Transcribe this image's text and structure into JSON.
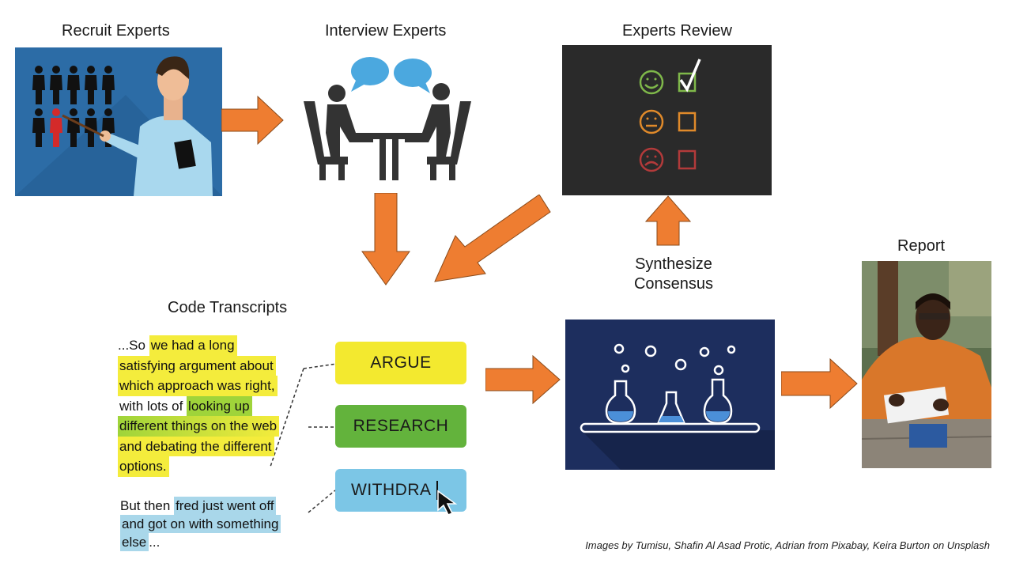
{
  "stages": {
    "recruit": "Recruit Experts",
    "interview": "Interview Experts",
    "review": "Experts Review",
    "synthesize_line1": "Synthesize",
    "synthesize_line2": "Consensus",
    "report": "Report",
    "code": "Code Transcripts"
  },
  "tags": {
    "argue": "ARGUE",
    "research": "RESEARCH",
    "withdraw_typing": "WITHDRA"
  },
  "transcript1": {
    "l1a": "...So ",
    "l1b": "we had a long",
    "l2": "satisfying argument about",
    "l3": "which approach was right,",
    "l4a": "with lots of ",
    "l4b": "looking up",
    "l5": "different things on the web",
    "l6": "and debating the different",
    "l7": "options."
  },
  "transcript2": {
    "l1a": "But then ",
    "l1b": "fred just went off",
    "l2": "and got on with something",
    "l3a": "else",
    "l3b": "..."
  },
  "credit": "Images by Tumisu, Shafin Al Asad Protic, Adrian from Pixabay, Keira Burton on Unsplash",
  "colors": {
    "arrow": "#ee7d31",
    "argue": "#f3e92f",
    "research": "#63b33c",
    "withdraw": "#7cc6e6",
    "lab_bg": "#1c2d5c",
    "chalk_bg": "#262626",
    "recruit_bg": "#2a6aa3"
  }
}
